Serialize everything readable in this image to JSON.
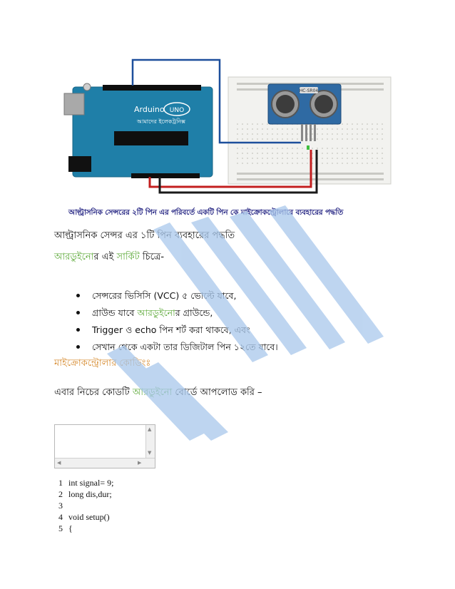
{
  "figure": {
    "arduino_brand": "Arduino",
    "arduino_model": "UNO",
    "arduino_bn": "আমাদের ইলেকট্রনিক্স",
    "sensor_label": "HC-SR04",
    "caption": "আল্ট্রাসনিক সেন্সরের ২টি পিন এর পরিবর্তে একটি পিন কে মাইক্রোকন্ট্রোলারে ব্যবহারের পদ্ধতি"
  },
  "intro": "আল্ট্রাসনিক সেন্সর এর ১টি পিন ব্যবহারের পদ্ধতি",
  "circuit_line": {
    "word1": "আরডুইনো",
    "mid": "র এই ",
    "word2": "সার্কিট",
    "end": " চিত্রে-"
  },
  "bullets": [
    {
      "text": "সেন্সরের ভিসিসি (VCC) ৫ ভোল্টে যাবে,"
    },
    {
      "pre": "গ্রাউন্ড যাবে ",
      "link": "আরডুইনো",
      "post": "র গ্রাউন্ডে,"
    },
    {
      "text": "Trigger  ও echo পিন শর্ট করা থাকবে, এবং"
    },
    {
      "text": "সেখান থেকে একটা তার ডিজিটাল পিন ১২তে যাবে।"
    }
  ],
  "section_heading": "মাইক্রোকন্ট্রোলার কোডিংঃ",
  "upload_line": {
    "pre": "এবার নিচের কোডটি ",
    "link": "আরডুইনো",
    "post": " বোর্ডে আপলোড করি –"
  },
  "code_lines": [
    {
      "n": "1",
      "code": "int signal= 9;"
    },
    {
      "n": "2",
      "code": "long dis,dur;"
    },
    {
      "n": "3",
      "code": ""
    },
    {
      "n": "4",
      "code": "void setup()"
    },
    {
      "n": "5",
      "code": "{"
    }
  ],
  "colors": {
    "board": "#1f7fa8",
    "accent_green": "#5eaa3a",
    "accent_orange": "#d68a2e",
    "caption_color": "#2a2a86",
    "watermark": "#a9c8ec"
  }
}
